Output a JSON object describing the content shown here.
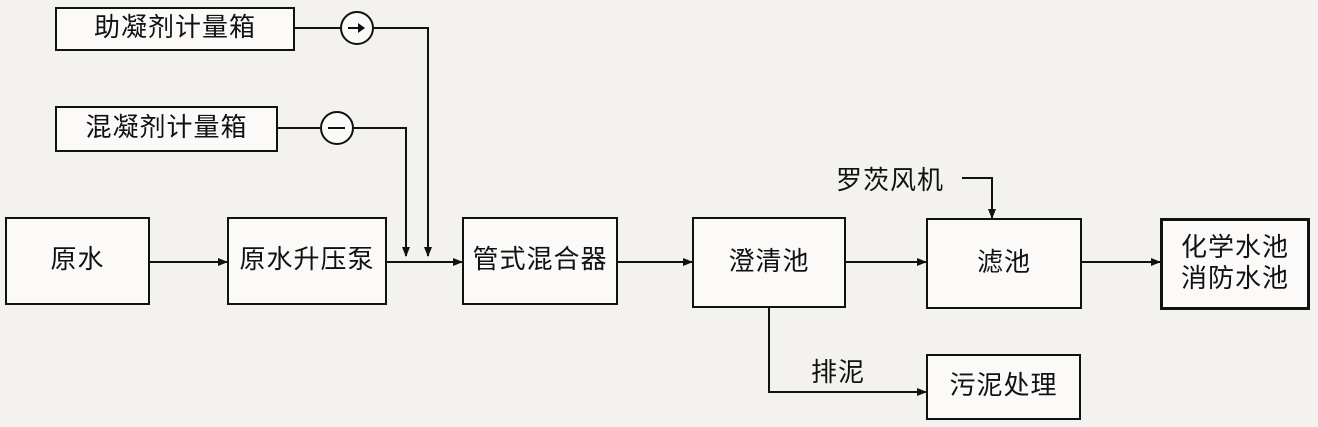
{
  "diagram": {
    "nodes": {
      "coagulant_aid_tank": "助凝剂计量箱",
      "coagulant_tank": "混凝剂计量箱",
      "raw_water": "原水",
      "raw_water_pump": "原水升压泵",
      "pipe_mixer": "管式混合器",
      "clarifier": "澄清池",
      "filter": "滤池",
      "product_tanks": [
        "化学水池",
        "消防水池"
      ],
      "sludge_treatment": "污泥处理"
    },
    "labels": {
      "roots_blower": "罗茨风机",
      "sludge_discharge": "排泥"
    },
    "icons": {
      "metering_pump": "metering-pump-icon"
    }
  }
}
